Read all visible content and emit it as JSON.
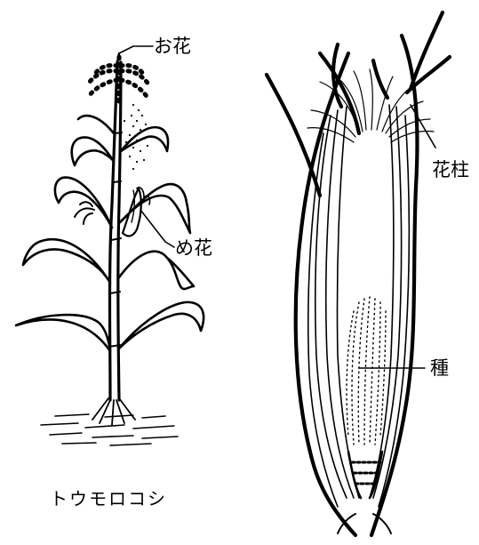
{
  "labels": {
    "male_flower": "お花",
    "female_flower": "め花",
    "style": "花柱",
    "seed": "種",
    "caption": "トウモロコシ"
  }
}
